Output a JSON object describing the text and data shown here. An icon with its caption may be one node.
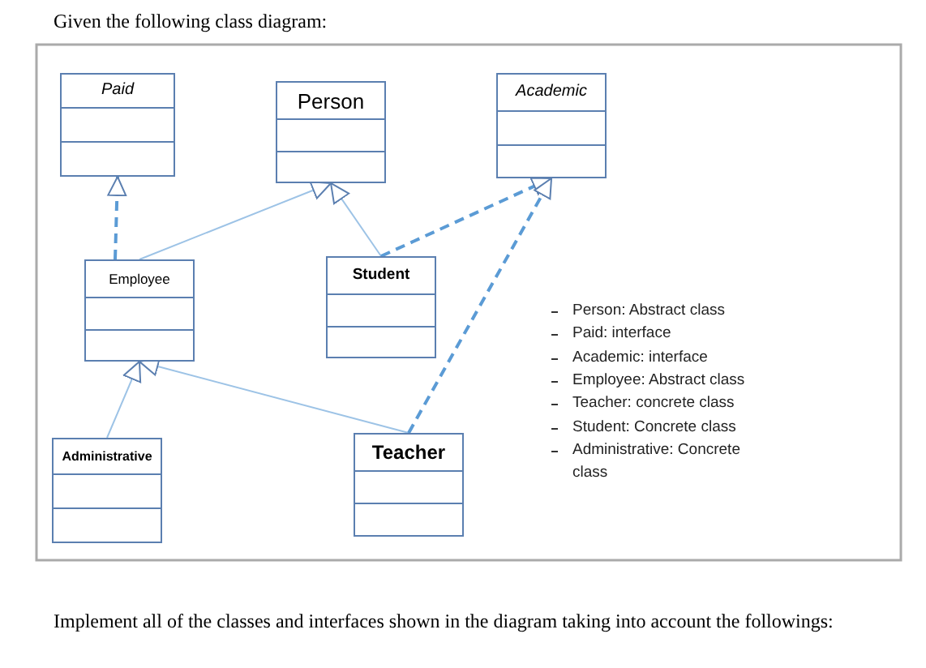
{
  "diagram": {
    "title": "Given the following class diagram:",
    "caption": "Implement all of the classes and interfaces shown in the diagram taking into account the followings:",
    "nodes": [
      {
        "text": [
          "Paid"
        ]
      },
      {
        "text": [
          "Person"
        ]
      },
      {
        "text": [
          "Academic"
        ]
      },
      {
        "text": [
          "Employee"
        ]
      },
      {
        "text": [
          "Student"
        ]
      },
      {
        "text": [
          "Administrative"
        ]
      },
      {
        "text": [
          "Teacher"
        ]
      }
    ],
    "edges": [
      {
        "from": 3,
        "to": 0,
        "arrow": "to",
        "style": "dashed",
        "color": "#5b9bd5"
      },
      {
        "from": 3,
        "to": 1,
        "arrow": "to"
      },
      {
        "from": 4,
        "to": 1,
        "arrow": "to"
      },
      {
        "from": 4,
        "to": 2,
        "arrow": "to",
        "style": "dashed",
        "color": "#5b9bd5"
      },
      {
        "from": 5,
        "to": 3,
        "arrow": "to"
      },
      {
        "from": 6,
        "to": 3,
        "arrow": "to"
      },
      {
        "from": 6,
        "to": 2,
        "arrow": "to",
        "style": "dashed",
        "color": "#5b9bd5"
      }
    ],
    "labels": [
      "Person: Abstract class",
      "Paid: interface",
      "Academic: interface",
      "Employee: Abstract class",
      "Teacher: concrete class",
      "Student: Concrete class",
      "Administrative: Concrete class"
    ]
  }
}
